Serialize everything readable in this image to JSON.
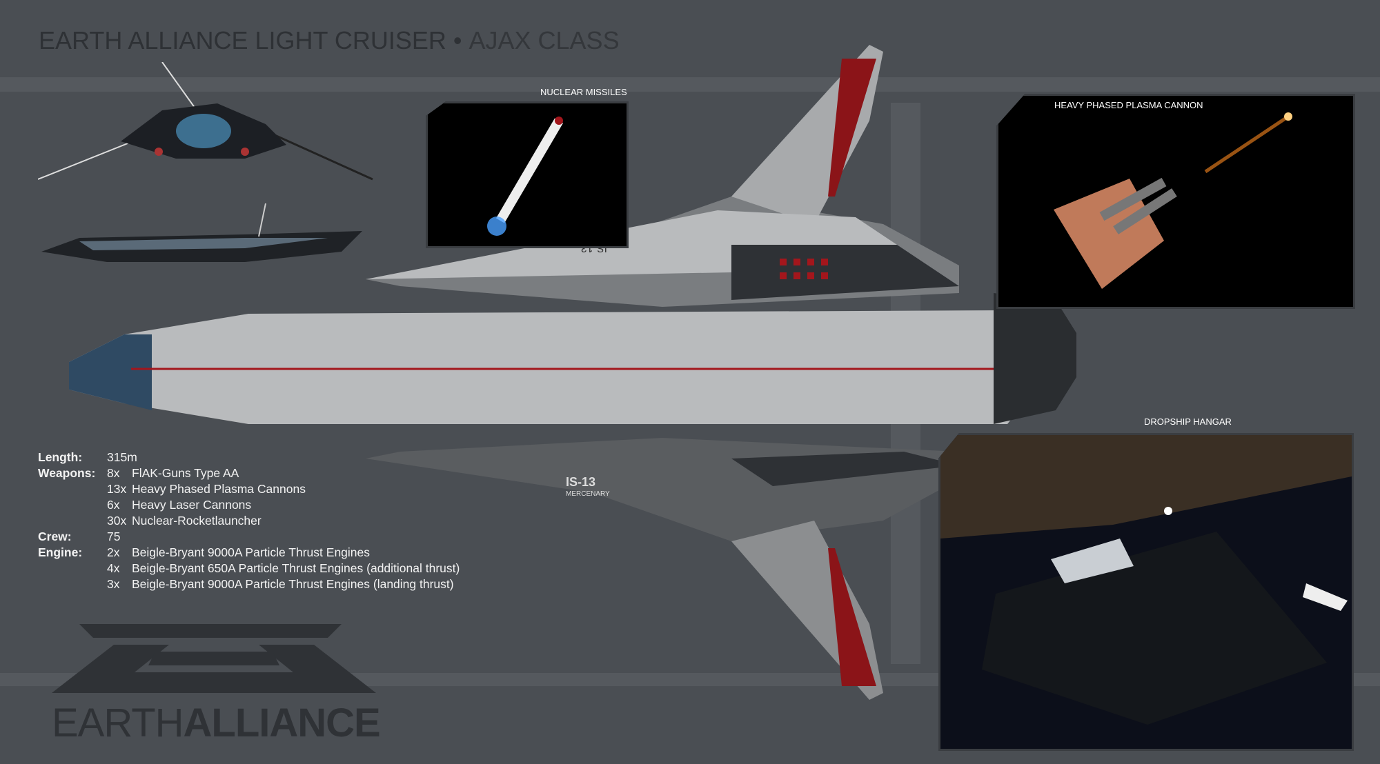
{
  "header": {
    "title_main": "EARTH ALLIANCE LIGHT CRUISER",
    "separator": "•",
    "title_sub": "AJAX CLASS"
  },
  "panels": {
    "missiles": "NUCLEAR MISSILES",
    "cannon": "HEAVY PHASED PLASMA CANNON",
    "hangar": "DROPSHIP HANGAR"
  },
  "specs": {
    "length_label": "Length:",
    "length": "315m",
    "weapons_label": "Weapons:",
    "weapons": [
      {
        "qty": "8x",
        "name": "FlAK-Guns Type AA"
      },
      {
        "qty": "13x",
        "name": "Heavy Phased Plasma Cannons"
      },
      {
        "qty": "6x",
        "name": "Heavy Laser Cannons"
      },
      {
        "qty": "30x",
        "name": "Nuclear-Rocketlauncher"
      }
    ],
    "crew_label": "Crew:",
    "crew": "75",
    "engine_label": "Engine:",
    "engines": [
      {
        "qty": "2x",
        "name": "Beigle-Bryant 9000A Particle Thrust Engines"
      },
      {
        "qty": "4x",
        "name": "Beigle-Bryant 650A Particle Thrust Engines (additional thrust)"
      },
      {
        "qty": "3x",
        "name": "Beigle-Bryant 9000A Particle Thrust Engines (landing thrust)"
      }
    ]
  },
  "logo": {
    "light": "EARTH",
    "bold": "ALLIANCE"
  },
  "hull_markings": [
    "IS-13",
    "MERCENARY"
  ],
  "colors": {
    "background": "#4a4e53",
    "band": "#55595e",
    "hull": "#b9bbbd",
    "accent_red": "#a3161c",
    "dark": "#2e3135"
  }
}
